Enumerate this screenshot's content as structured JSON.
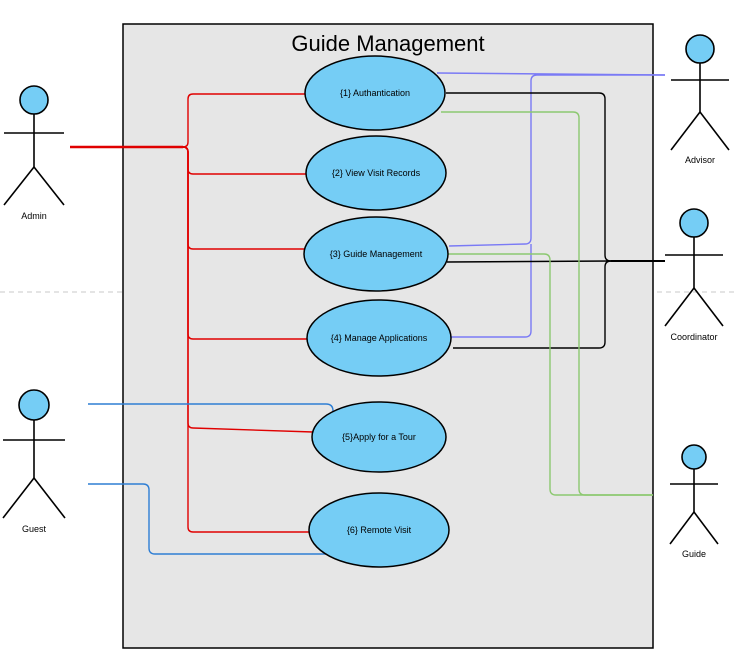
{
  "system": {
    "title": "Guide Management"
  },
  "use_cases": [
    {
      "id": "uc1",
      "label": "{1} Authantication"
    },
    {
      "id": "uc2",
      "label": "{2} View Visit Records"
    },
    {
      "id": "uc3",
      "label": "{3} Guide Management"
    },
    {
      "id": "uc4",
      "label": "{4} Manage Applications"
    },
    {
      "id": "uc5",
      "label": "{5}Apply for a Tour"
    },
    {
      "id": "uc6",
      "label": "{6} Remote Visit"
    }
  ],
  "actors": [
    {
      "id": "admin",
      "label": "Admin"
    },
    {
      "id": "guest",
      "label": "Guest"
    },
    {
      "id": "advisor",
      "label": "Advisor"
    },
    {
      "id": "coordinator",
      "label": "Coordinator"
    },
    {
      "id": "guide",
      "label": "Guide"
    }
  ],
  "colors": {
    "boundary_fill": "#e6e6e6",
    "usecase_fill": "#75cdf5",
    "actor_head_fill": "#75cdf5",
    "admin_links": "#e00000",
    "guest_links": "#2e7ed4",
    "advisor_links": "#7a7af5",
    "coordinator_links": "#000000",
    "guide_links": "#8cc870",
    "divider": "#c8c8c8"
  }
}
